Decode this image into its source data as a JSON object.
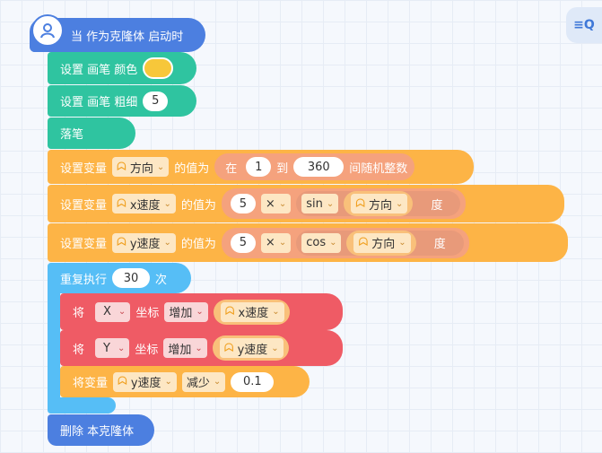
{
  "colors": {
    "hat": "#4c7fe0",
    "pen": "#2fc4a0",
    "variable": "#fdb446",
    "control": "#56bef6",
    "motion": "#ef5b65",
    "pen_color_value": "#f7c73a"
  },
  "toolbar": {
    "icon": "sort-search-icon"
  },
  "hat": {
    "label": "当 作为克隆体 启动时",
    "icon": "user-icon"
  },
  "pen_color": {
    "label": "设置 画笔 颜色"
  },
  "pen_size": {
    "label": "设置 画笔 粗细",
    "value": "5"
  },
  "pen_down": {
    "label": "落笔"
  },
  "set_dir": {
    "label": "设置变量",
    "var": "方向",
    "of": "的值为",
    "from": "在",
    "min": "1",
    "to": "到",
    "max": "360",
    "suffix": "间随机整数"
  },
  "set_xv": {
    "label": "设置变量",
    "var": "x速度",
    "of": "的值为",
    "num": "5",
    "op": "×",
    "fn": "sin",
    "arg": "方向",
    "unit": "度"
  },
  "set_yv": {
    "label": "设置变量",
    "var": "y速度",
    "of": "的值为",
    "num": "5",
    "op": "×",
    "fn": "cos",
    "arg": "方向",
    "unit": "度"
  },
  "repeat": {
    "label": "重复执行",
    "count": "30",
    "suffix": "次"
  },
  "move_x": {
    "label": "将",
    "axis": "X",
    "coord": "坐标",
    "action": "增加",
    "var": "x速度"
  },
  "move_y": {
    "label": "将",
    "axis": "Y",
    "coord": "坐标",
    "action": "增加",
    "var": "y速度"
  },
  "change_y": {
    "label": "将变量",
    "var": "y速度",
    "action": "减少",
    "value": "0.1"
  },
  "delete": {
    "label": "删除 本克隆体"
  }
}
